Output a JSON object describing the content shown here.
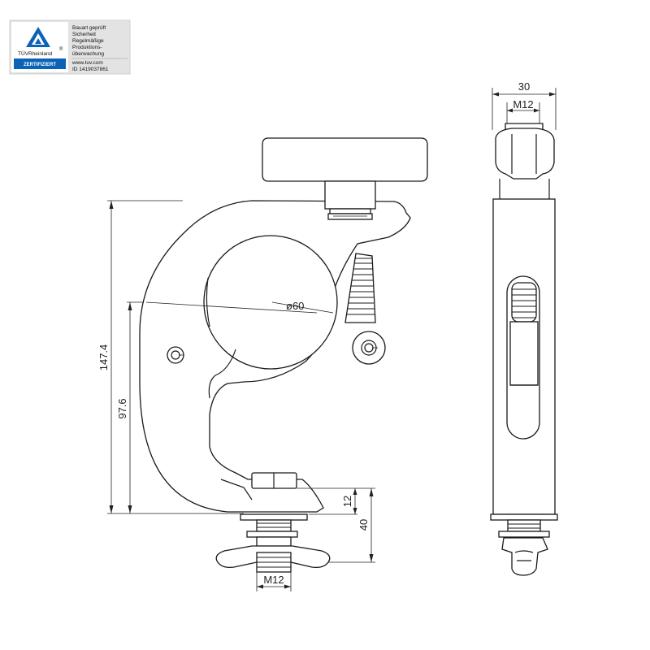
{
  "badge": {
    "brand": "TÜVRheinland",
    "registered": "®",
    "certified": "ZERTIFIZIERT",
    "lines": [
      "Bauart geprüft",
      "Sicherheit",
      "Regelmäßige",
      "Produktions-",
      "überwachung"
    ],
    "website": "www.tuv.com",
    "id_label": "ID 1419037861",
    "colors": {
      "frame": "#e3e3e3",
      "logo": "#0a63b6",
      "text": "#111111"
    }
  },
  "dimensions": {
    "height_total": "147.4",
    "height_to_center": "97.6",
    "diameter": "ø60",
    "width": "30",
    "bolt_top": "M12",
    "bolt_bottom": "M12",
    "dim_12": "12",
    "dim_40": "40"
  }
}
